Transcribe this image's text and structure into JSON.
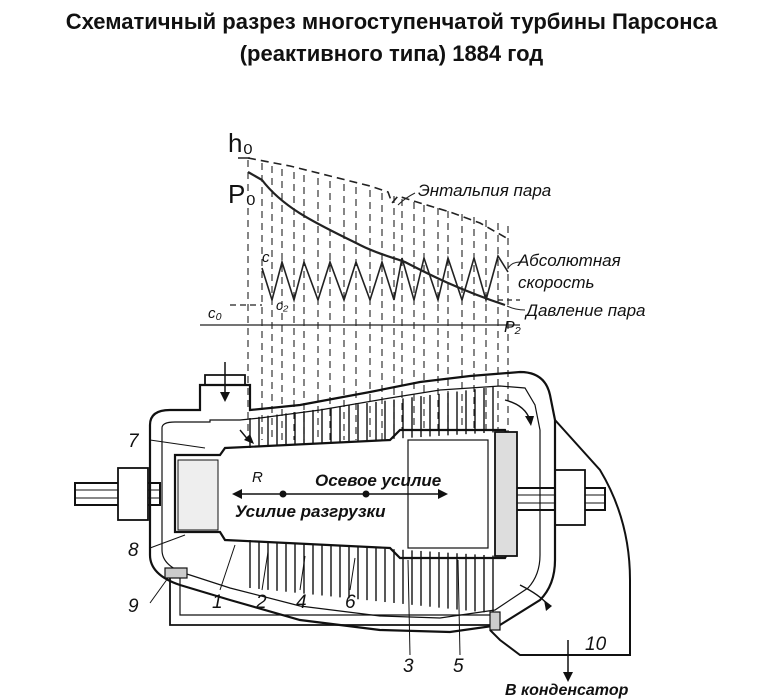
{
  "title": {
    "line1": "Схематичный разрез многоступенчатой турбины Парсонса",
    "line2": "(реактивного типа) 1884 год"
  },
  "graph": {
    "h0": "h₀",
    "p0": "P₀",
    "enthalpy": "Энтальпия пара",
    "abs_speed_1": "Абсолютная",
    "abs_speed_2": "скорость",
    "pressure": "Давление пара",
    "c0": "c₀",
    "c_mark": "c",
    "c2": "c₂",
    "p2": "P₂"
  },
  "labels": {
    "axial": "Осевое усилие",
    "unload": "Усилие разгрузки",
    "r": "R",
    "condenser": "В конденсатор",
    "n7": "7",
    "n8": "8",
    "n9": "9",
    "n1": "1",
    "n2": "2",
    "n4": "4",
    "n6": "6",
    "n3": "3",
    "n5": "5",
    "n10": "10"
  }
}
